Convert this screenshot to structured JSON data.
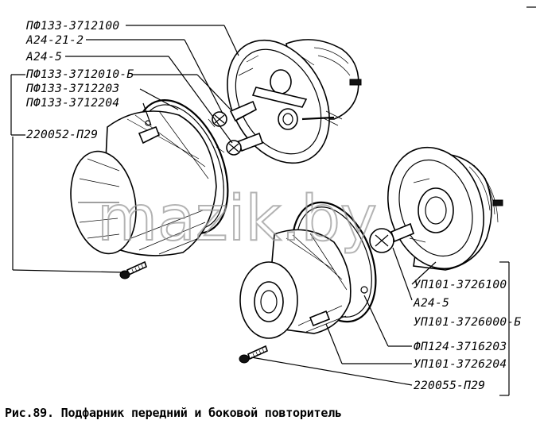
{
  "figure": {
    "caption": "Рис.89. Подфарник передний и боковой повторитель",
    "watermark": "mazik.by"
  },
  "part_labels_left": [
    "ПФ133-3712100",
    "А24-21-2",
    "А24-5",
    "ПФ133-3712010-Б",
    "ПФ133-3712203",
    "ПФ133-3712204",
    "220052-П29"
  ],
  "part_labels_right": [
    "УП101-3726100",
    "А24-5",
    "УП101-3726000-Б",
    "ФП124-3716203",
    "УП101-3726204",
    "220055-П29"
  ]
}
